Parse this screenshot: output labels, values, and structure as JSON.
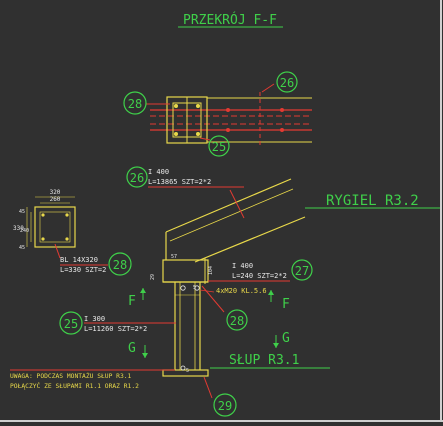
{
  "drawing": {
    "title": "PRZEKRÓJ F-F",
    "colors": {
      "background": "#303030",
      "steel": "#e8d84a",
      "red": "#e23a32",
      "green": "#3fd04a",
      "white": "#e8e8e8",
      "frame": "#ffffff"
    },
    "labels": {
      "rygiel": "RYGIEL R3.2",
      "slup": "SŁUP R3.1",
      "section_letter_f": "F",
      "section_letter_g": "G",
      "plate_label": "BL 14X320",
      "plate_len": "L=330 SZT=2",
      "rafter_profile": "I 400",
      "rafter_len": "L=13865 SZT=2*2",
      "haunch_profile": "I 400",
      "haunch_len": "L=240 SZT=2*2",
      "column_profile": "I 300",
      "column_len": "L=11260 SZT=2*2",
      "bolts": "4xM20 KL.5.6",
      "note_line1": "UWAGA: PODCZAS MONTAŻU SŁUP R3.1",
      "note_line2": "POŁĄCZYĆ ZE SŁUPAMI R1.1 ORAZ R1.2",
      "dim_w1": "320",
      "dim_w2": "260",
      "dim_h1": "330",
      "dim_h2": "240",
      "dim_45a": "45",
      "dim_45b": "45",
      "dim_57": "57",
      "dim_104": "104",
      "dim_29": "29",
      "dim_5a": "5",
      "dim_5b": "5"
    },
    "balloons": {
      "b26_top": "26",
      "b28_top": "28",
      "b25_top": "25",
      "b26_mid": "26",
      "b28_plate": "28",
      "b27": "27",
      "b25_col": "25",
      "b28_col": "28",
      "b29": "29"
    }
  }
}
